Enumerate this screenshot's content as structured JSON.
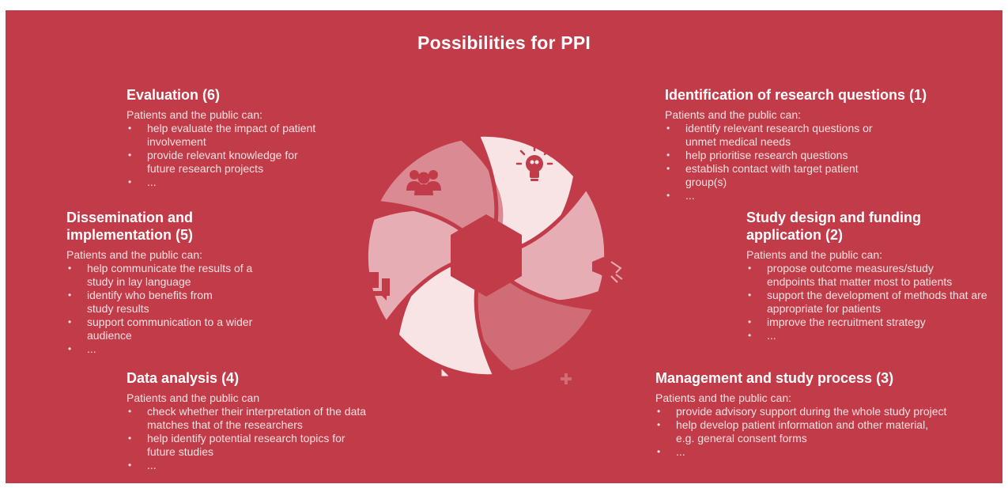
{
  "title": "Possibilities for PPI",
  "colors": {
    "background": "#c23b48",
    "segment_light": "#f8e3e5",
    "segment_mid": "#e6aeb4",
    "segment_dark": "#cf6c76",
    "icon": "#c23b48"
  },
  "sections": {
    "evaluation": {
      "heading": "Evaluation (6)",
      "intro": "Patients and the public can:",
      "items": [
        "help evaluate the impact of patient involvement",
        "provide relevant knowledge for future research projects",
        "..."
      ]
    },
    "dissemination": {
      "heading": "Dissemination and implementation (5)",
      "intro": "Patients and the public can:",
      "items": [
        "help communicate the results of a study in lay language",
        "identify who benefits from study results",
        "support communication to a wider audience",
        "..."
      ]
    },
    "data_analysis": {
      "heading": "Data analysis (4)",
      "intro": "Patients and the public can",
      "items": [
        "check whether their interpretation of the data matches that of the researchers",
        "help identify potential research topics for future studies",
        "..."
      ]
    },
    "identification": {
      "heading": "Identification of research questions (1)",
      "intro": "Patients and the public can:",
      "items": [
        "identify relevant research questions or unmet medical needs",
        "help prioritise research questions",
        "establish contact with target patient group(s)",
        "..."
      ]
    },
    "study_design": {
      "heading": "Study design and funding application (2)",
      "intro": "Patients and the public can:",
      "items": [
        "propose outcome measures/study endpoints that matter most to patients",
        "support the development of methods that are appropriate for patients",
        "improve the recruitment strategy",
        "..."
      ]
    },
    "management": {
      "heading": "Management and study process (3)",
      "intro": "Patients and the public can:",
      "items": [
        "provide advisory support during the whole study project",
        "help develop patient information and other material, e.g. general consent forms",
        "..."
      ]
    }
  },
  "wheel_icons": [
    "lightbulb-icon",
    "handshake-icon",
    "medical-bag-icon",
    "document-icon",
    "chat-bubbles-icon",
    "people-group-icon"
  ]
}
